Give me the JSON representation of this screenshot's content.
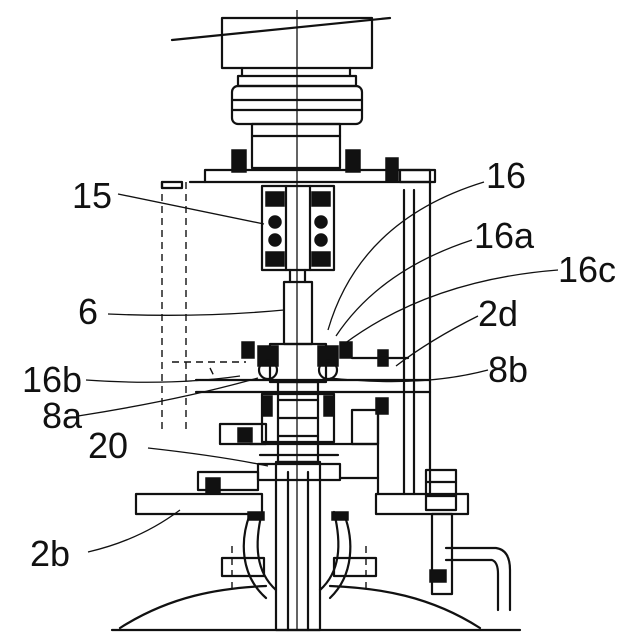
{
  "labels": {
    "l15": "15",
    "l16": "16",
    "l16a": "16a",
    "l16c": "16c",
    "l6": "6",
    "l2d": "2d",
    "l16b": "16b",
    "l8b": "8b",
    "l8a": "8a",
    "l20": "20",
    "l2b": "2b"
  },
  "colors": {
    "ink": "#111111",
    "paper": "#ffffff"
  }
}
